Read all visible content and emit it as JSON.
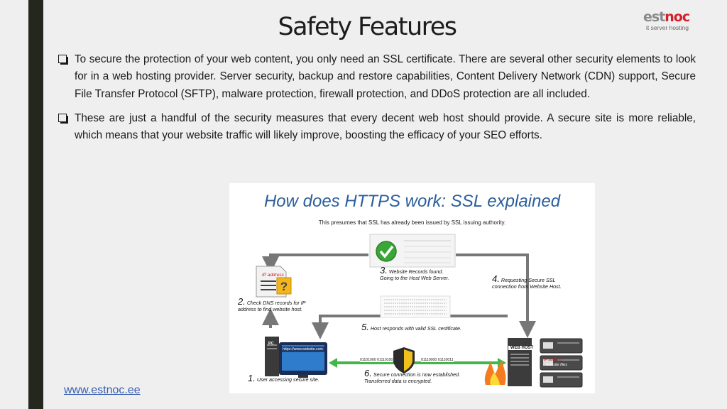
{
  "slide": {
    "title": "Safety Features",
    "logo": {
      "part1": "est",
      "part2": "noc",
      "tagline": "it server hosting"
    },
    "bullets": [
      "To secure the protection of your web content, you only need an SSL certificate. There are several other security elements to look for in a web hosting provider. Server security, backup and restore capabilities, Content Delivery Network (CDN) support, Secure File Transfer Protocol (SFTP), malware protection, firewall protection, and DDoS protection are all included.",
      "These are just a handful of the security measures that every decent web host should provide. A secure site is more reliable, which means that your website traffic will likely improve, boosting the efficacy of your SEO efforts."
    ],
    "footer_link": "www.estnoc.ee"
  },
  "figure": {
    "title": "How does HTTPS work: SSL explained",
    "subtitle": "This presumes that SSL has already been issued by SSL issuing authority.",
    "steps": [
      {
        "num": "1.",
        "text": "User accessing secure site."
      },
      {
        "num": "2.",
        "text": "Check DNS records for IP address to find website host."
      },
      {
        "num": "3.",
        "text": "Website Records found. Going to the Host Web Server."
      },
      {
        "num": "4.",
        "text": "Requesting Secure SSL connection from Website Host."
      },
      {
        "num": "5.",
        "text": "Host responds with valid SSL certificate."
      },
      {
        "num": "6.",
        "text": "Secure connection is now established. Transferred data is encrypted."
      }
    ],
    "ip_label": "IP address",
    "pc_label": "PC",
    "pc_url": "https://www.website.com",
    "webhost_label": "WEB HOST",
    "server_ip_label": "IP address",
    "server_files_label": "website files",
    "binary_left": "01101000 01110100",
    "binary_right": "01110000 01110011"
  },
  "colors": {
    "accent_blue": "#2a5e9c",
    "arrow_gray": "#777777",
    "arrow_green": "#44b549",
    "check_green": "#3aa635",
    "logo_red": "#d5202b",
    "leftbar": "#24271d"
  }
}
